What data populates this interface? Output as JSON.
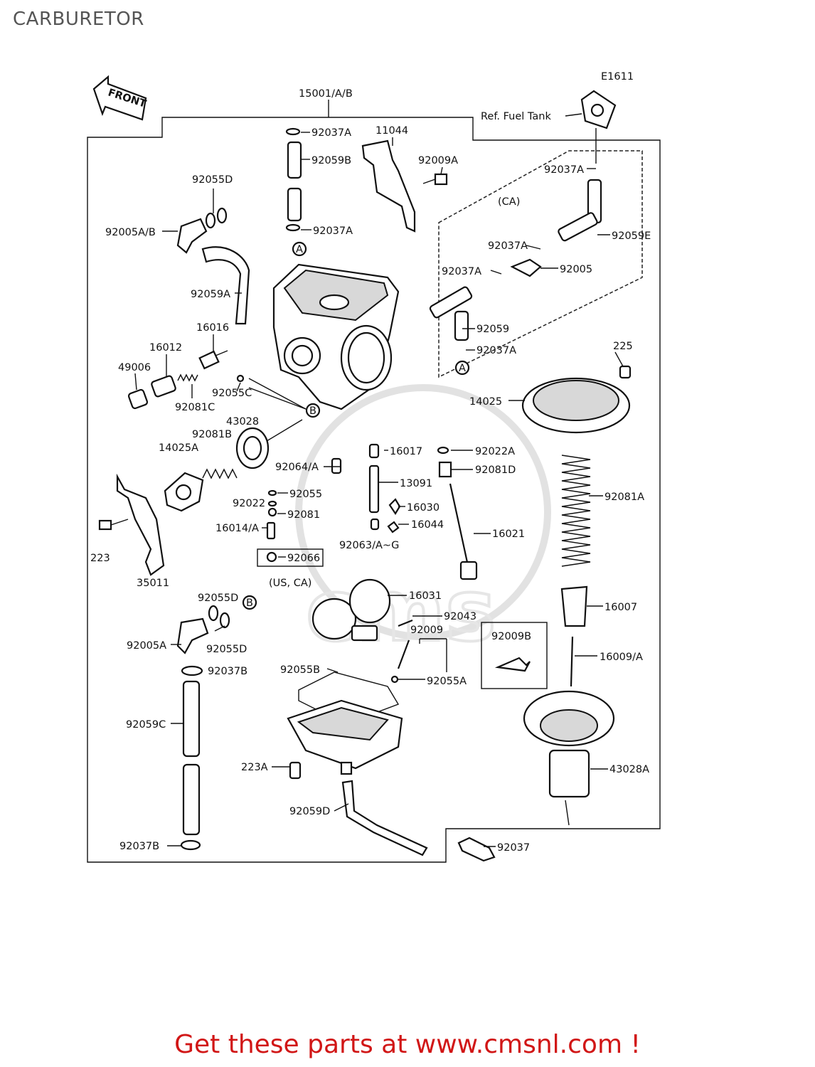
{
  "page_title": "CARBURETOR",
  "diagram_code": "E1611",
  "front_label": "FRONT",
  "promo_text": "Get these parts at www.cmsnl.com !",
  "accent_color": "#d11616",
  "labels": {
    "l15001": "15001/A/B",
    "l11044": "11044",
    "l92037A_top": "92037A",
    "l92059B": "92059B",
    "l92037A_mid": "92037A",
    "l92009A": "92009A",
    "reffuel": "Ref. Fuel Tank",
    "l92037A_r1": "92037A",
    "ca": "(CA)",
    "l92059E": "92059E",
    "l92037A_r2": "92037A",
    "l92037A_r3": "92037A",
    "l92005": "92005",
    "l92059": "92059",
    "l92037A_r4": "92037A",
    "l92055D_top": "92055D",
    "l92005AB": "92005A/B",
    "l92059A": "92059A",
    "l16016": "16016",
    "l16012": "16012",
    "l49006": "49006",
    "l92055C": "92055C",
    "l92081C": "92081C",
    "l43028": "43028",
    "l92081B": "92081B",
    "l14025A": "14025A",
    "l223": "223",
    "l35011": "35011",
    "l225": "225",
    "l14025": "14025",
    "l16017": "16017",
    "l92022A": "92022A",
    "l92064A": "92064/A",
    "l92081D": "92081D",
    "l13091": "13091",
    "l92055": "92055",
    "l92022": "92022",
    "l92081": "92081",
    "l16030": "16030",
    "l16014A": "16014/A",
    "l16044": "16044",
    "l92063": "92063/A~G",
    "l16021": "16021",
    "l92081A": "92081A",
    "l92066": "92066",
    "usca": "(US, CA)",
    "l16031": "16031",
    "l92043": "92043",
    "l92009": "92009",
    "l92009B": "92009B",
    "l16007": "16007",
    "l92055D_low": "92055D",
    "l92005A": "92005A",
    "l92055D_low2": "92055D",
    "l92037B_top": "92037B",
    "l16009A": "16009/A",
    "l92055B": "92055B",
    "l92055A": "92055A",
    "l92059C": "92059C",
    "l223A": "223A",
    "l43028A": "43028A",
    "l92059D": "92059D",
    "l92037B_bot": "92037B",
    "l92037": "92037",
    "circle_a": "A",
    "circle_b": "B"
  }
}
